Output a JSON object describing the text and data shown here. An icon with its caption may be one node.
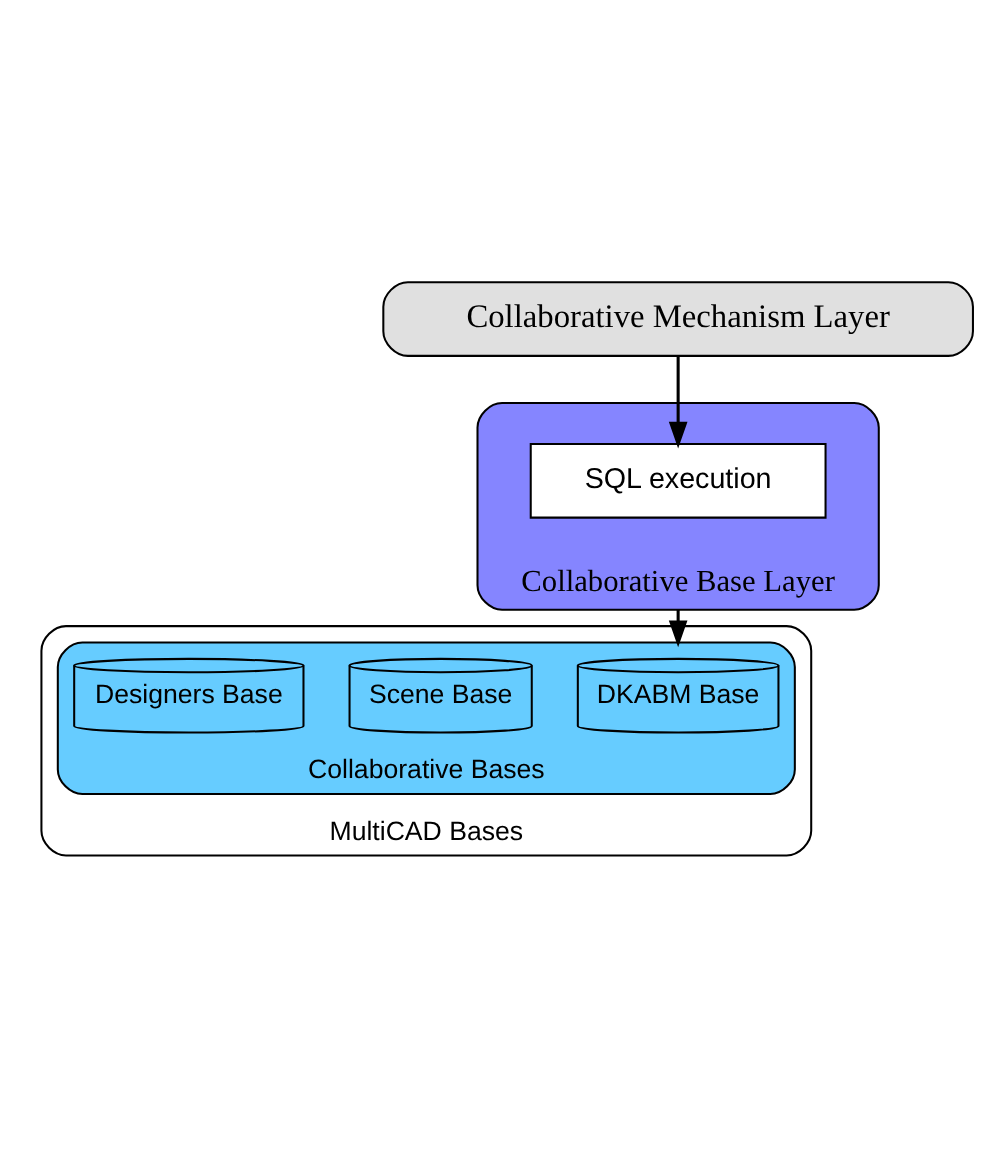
{
  "diagram": {
    "nodes": [
      {
        "text": [
          "Collaborative Mechanism Layer"
        ]
      },
      {
        "text": [
          "Collaborative Base Layer"
        ]
      },
      {
        "text": [
          "SQL execution"
        ],
        "in": 1
      },
      {
        "text": [
          "MultiCAD Bases"
        ]
      },
      {
        "text": [
          "Collaborative Bases"
        ],
        "in": 3
      },
      {
        "text": [
          "DKABM Base"
        ],
        "in": 4
      },
      {
        "text": [
          "Scene Base"
        ],
        "in": 4
      },
      {
        "text": [
          "Designers Base"
        ],
        "in": 4
      }
    ],
    "edges": [
      {
        "from": 0,
        "to": 2,
        "arrow": "to"
      },
      {
        "from": 1,
        "to": 4,
        "arrow": "to"
      }
    ]
  }
}
